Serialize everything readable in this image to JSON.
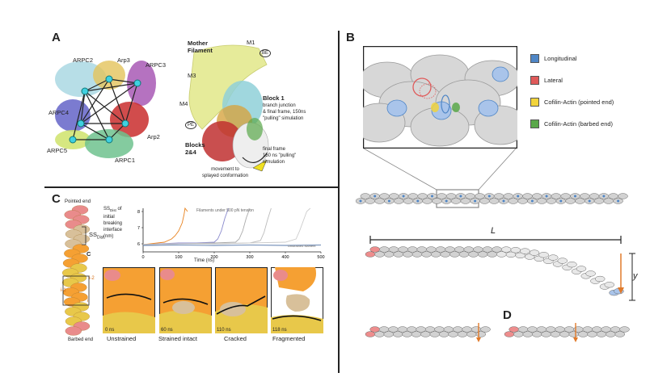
{
  "panels": {
    "A": "A",
    "B": "B",
    "C": "C",
    "D": "D"
  },
  "panel_a": {
    "complex_labels": [
      "ARPC2",
      "Arp3",
      "ARPC3",
      "ARPC4",
      "Arp2",
      "ARPC5",
      "ARPC1"
    ],
    "mother_filament": "Mother\nFilament",
    "m1": "M1",
    "be": "BE",
    "m3": "M3",
    "m4": "M4",
    "pe": "PE",
    "block1_title": "Block 1",
    "block1_desc": "branch junction\n& final frame, 150ns\n\"pulling\" simulation",
    "blocks24": "Blocks\n2&4",
    "final_frame": "final frame\n150 ns \"pulling\"\nsimulation",
    "movement": "movement to\nsplayed conformation"
  },
  "panel_b": {
    "legend": [
      {
        "label": "Longitudinal",
        "color": "#4f86c6"
      },
      {
        "label": "Lateral",
        "color": "#e05a5a"
      },
      {
        "label": "Cofilin-Actin (pointed end)",
        "color": "#f2d43b"
      },
      {
        "label": "Cofilin-Actin (barbed end)",
        "color": "#5aa84a"
      }
    ],
    "length_label": "L",
    "y_label": "y"
  },
  "panel_c": {
    "pointed_end": "Pointed end",
    "barbed_end": "Barbed end",
    "ss_dist": "SS",
    "ss_dist_sub": "Dist",
    "c_label": "C",
    "i2": "i-2",
    "i1": "i-1",
    "i": "i",
    "snapshots": [
      {
        "time": "0 ns",
        "caption": "Unstrained"
      },
      {
        "time": "60 ns",
        "caption": "Strained intact"
      },
      {
        "time": "110 ns",
        "caption": "Cracked"
      },
      {
        "time": "118 ns",
        "caption": "Fragmented"
      }
    ]
  },
  "chart_data": {
    "type": "line",
    "ylabel": "SS",
    "ylabel_sub": "Dist",
    "ylabel_rest": "of\ninitial\nbreaking\ninterface\n(nm)",
    "xlabel": "Time (ns)",
    "annotation": "Filaments under 500 pN tension",
    "annotation_small": "Unstrained filament",
    "xlim": [
      0,
      500
    ],
    "ylim": [
      5.5,
      8.2
    ],
    "xticks": [
      0,
      100,
      200,
      300,
      400,
      500
    ],
    "yticks": [
      6,
      7,
      8
    ],
    "series": [
      {
        "color": "#e8821e",
        "x": [
          0,
          20,
          40,
          60,
          70,
          80,
          90,
          100,
          110,
          115,
          118,
          125
        ],
        "y": [
          5.95,
          6.0,
          6.05,
          6.1,
          6.2,
          6.3,
          6.5,
          6.8,
          7.3,
          7.8,
          8.2,
          8.0
        ]
      },
      {
        "color": "#8888cc",
        "x": [
          0,
          50,
          100,
          150,
          200,
          210,
          220,
          230,
          240
        ],
        "y": [
          5.95,
          6.0,
          6.05,
          6.05,
          6.1,
          6.3,
          6.8,
          7.6,
          8.2
        ]
      },
      {
        "color": "#aaaaaa",
        "x": [
          0,
          100,
          200,
          260,
          270,
          280,
          290,
          300
        ],
        "y": [
          5.95,
          6.0,
          6.05,
          6.1,
          6.3,
          6.8,
          7.6,
          8.2
        ]
      },
      {
        "color": "#bbbbbb",
        "x": [
          0,
          100,
          200,
          300,
          330,
          340,
          350,
          360
        ],
        "y": [
          5.95,
          6.0,
          6.0,
          6.05,
          6.2,
          6.7,
          7.5,
          8.2
        ]
      },
      {
        "color": "#cccccc",
        "x": [
          0,
          100,
          200,
          300,
          400,
          430,
          440,
          450,
          460,
          470
        ],
        "y": [
          5.95,
          6.0,
          6.0,
          6.05,
          6.1,
          6.3,
          6.8,
          7.4,
          8.0,
          8.2
        ]
      },
      {
        "color": "#5577aa",
        "x": [
          0,
          100,
          200,
          300,
          400,
          500
        ],
        "y": [
          5.9,
          5.92,
          5.9,
          5.92,
          5.9,
          5.92
        ]
      }
    ]
  }
}
